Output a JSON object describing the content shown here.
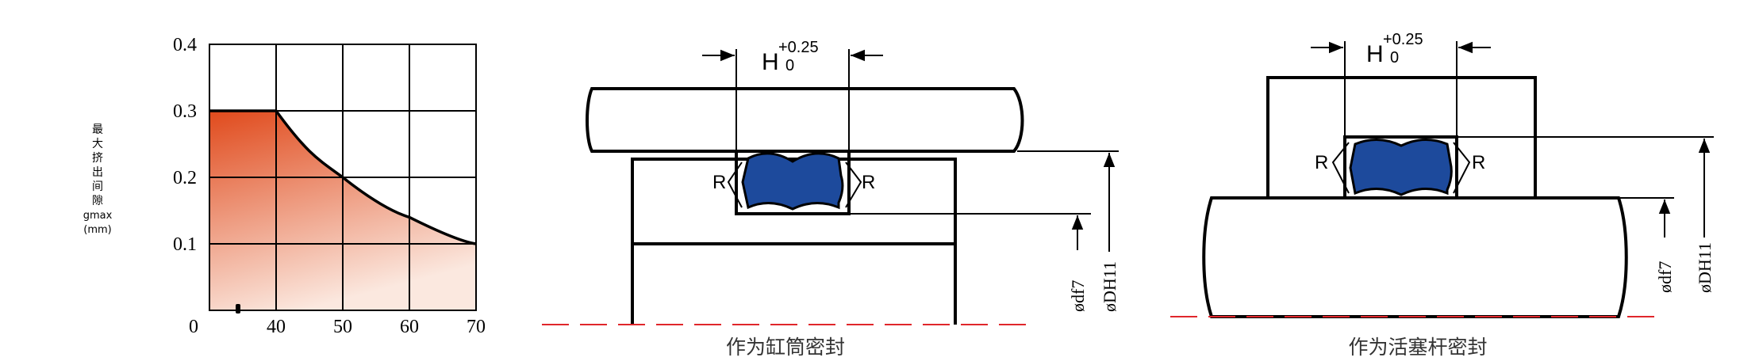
{
  "chart": {
    "ylabel_lines": [
      "最",
      "大",
      "挤",
      "出",
      "间",
      "隙",
      "gmax",
      "(mm)"
    ],
    "y_ticks": [
      "0.4",
      "0.3",
      "0.2",
      "0.1"
    ],
    "x_ticks": [
      "0",
      "40",
      "50",
      "60",
      "70"
    ],
    "fill_top_color": "#e04a1c",
    "fill_bottom_color": "#fbe8df"
  },
  "chart_data": {
    "type": "area",
    "x": [
      0,
      40,
      50,
      60,
      70
    ],
    "y": [
      0.3,
      0.3,
      0.2,
      0.14,
      0.1
    ],
    "xlim": [
      0,
      70
    ],
    "ylim": [
      0,
      0.4
    ],
    "grid": true,
    "y_tick_values": [
      0.4,
      0.3,
      0.2,
      0.1
    ],
    "x_tick_values": [
      0,
      40,
      50,
      60,
      70
    ],
    "x_tick_labels": [
      "0",
      "40",
      "50",
      "60",
      "70"
    ]
  },
  "cylinder_diagram": {
    "width_label": "H",
    "tol_upper": "+0.25",
    "tol_lower": "0",
    "radius_left": "R",
    "radius_right": "R",
    "dim_df": "ødf7",
    "dim_DH": "øDH11",
    "caption": "作为缸筒密封"
  },
  "rod_diagram": {
    "width_label": "H",
    "tol_upper": "+0.25",
    "tol_lower": "0",
    "radius_left": "R",
    "radius_right": "R",
    "dim_df": "ødf7",
    "dim_DH": "øDH11",
    "caption": "作为活塞杆密封"
  },
  "colors": {
    "seal_fill": "#1d4a9c",
    "centerline": "#e0262b",
    "line": "#000000"
  }
}
